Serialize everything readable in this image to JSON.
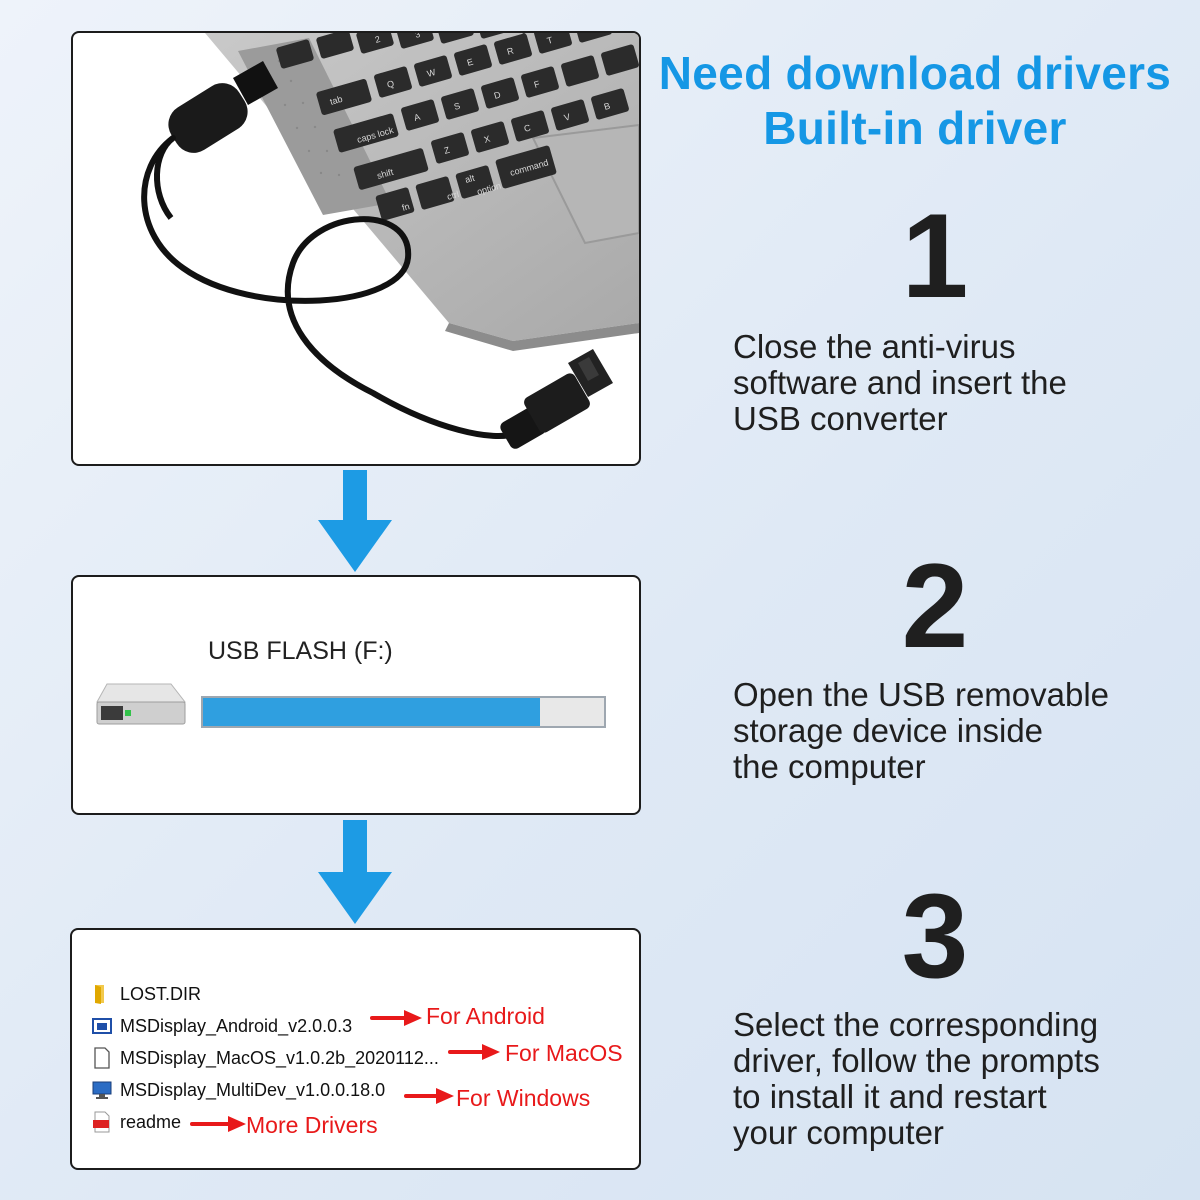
{
  "header": {
    "line1": "Need download drivers",
    "line2": "Built-in driver"
  },
  "steps": [
    {
      "number": "1",
      "lines": [
        "Close the anti-virus",
        "software and insert the",
        "USB converter"
      ]
    },
    {
      "number": "2",
      "lines": [
        "Open the USB removable",
        "storage device inside",
        "the computer"
      ]
    },
    {
      "number": "3",
      "lines": [
        "Select the corresponding",
        "driver, follow the prompts",
        "to install it and restart",
        "your computer"
      ]
    }
  ],
  "keyboard_keys": [
    "tab",
    "caps lock",
    "shift",
    "fn",
    "ctrl",
    "alt",
    "option",
    "command",
    "Q",
    "W",
    "E",
    "R",
    "T",
    "A",
    "S",
    "D",
    "F",
    "Z",
    "X",
    "C",
    "V",
    "B",
    "2",
    "3"
  ],
  "drive": {
    "title": "USB FLASH (F:)",
    "fill_fraction": 0.84
  },
  "files": [
    {
      "name": "LOST.DIR",
      "icon": "folder-icon",
      "annotation": ""
    },
    {
      "name": "MSDisplay_Android_v2.0.0.3",
      "icon": "app-window-icon",
      "annotation": "For Android"
    },
    {
      "name": "MSDisplay_MacOS_v1.0.2b_2020112...",
      "icon": "blank-file-icon",
      "annotation": "For MacOS"
    },
    {
      "name": "MSDisplay_MultiDev_v1.0.0.18.0",
      "icon": "monitor-installer-icon",
      "annotation": "For Windows"
    },
    {
      "name": "readme",
      "icon": "pdf-icon",
      "annotation": "More Drivers"
    }
  ],
  "colors": {
    "accent_blue": "#1597e5",
    "arrow_blue": "#1d9be4",
    "annotation_red": "#e8191a",
    "progress_fill": "#2f9fe0"
  }
}
